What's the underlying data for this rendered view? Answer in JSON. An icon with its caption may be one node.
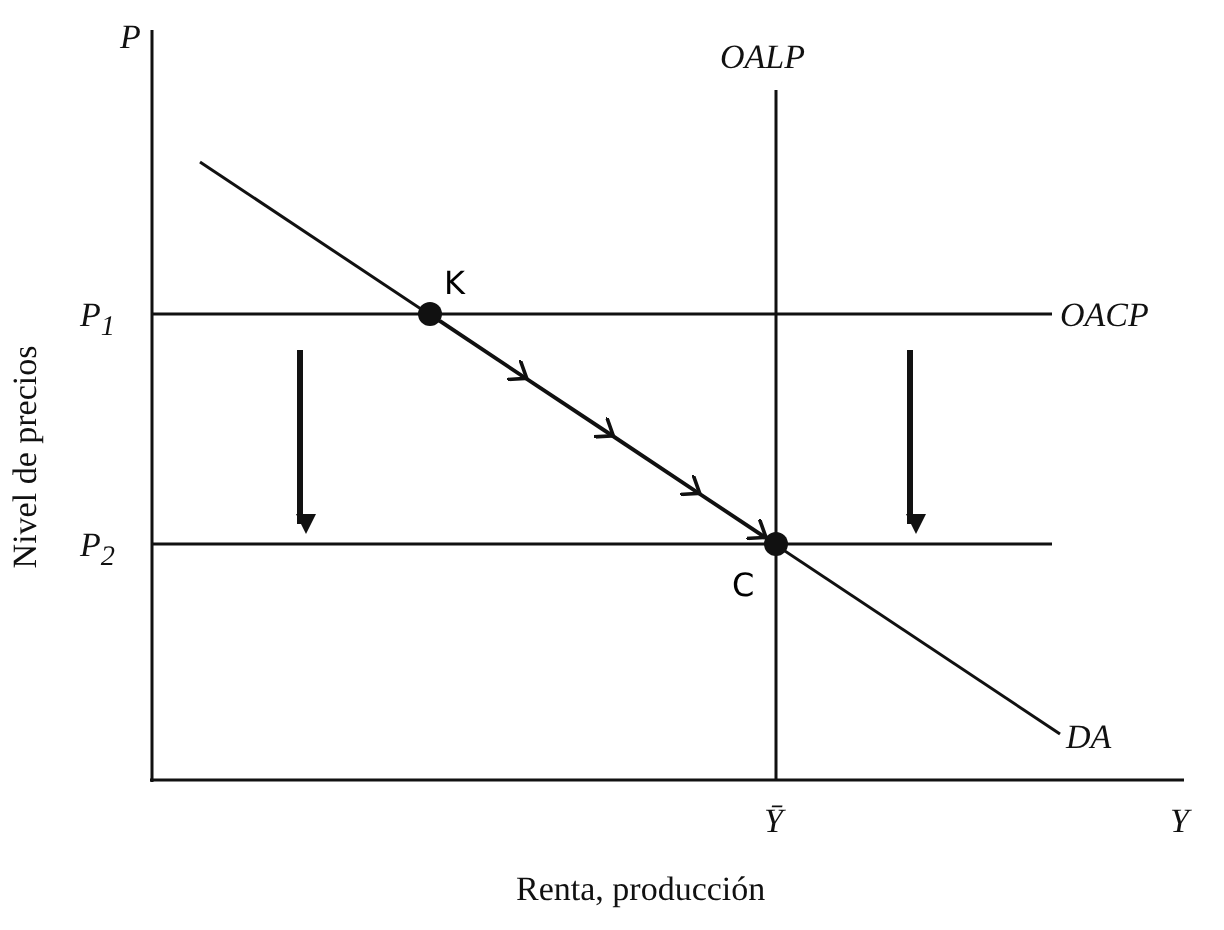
{
  "diagram": {
    "nodes": [
      {
        "text": [
          "K"
        ]
      },
      {
        "text": [
          "C"
        ]
      }
    ],
    "edges": [
      {
        "from": 0,
        "to": 1,
        "arrow": "to"
      }
    ],
    "labels": [
      "P",
      "OALP",
      "P$_{1}$",
      "OACP",
      "P$_{2}$",
      "DA",
      "Ȳ",
      "Y",
      "Nivel de precios",
      "Renta, producción"
    ]
  }
}
